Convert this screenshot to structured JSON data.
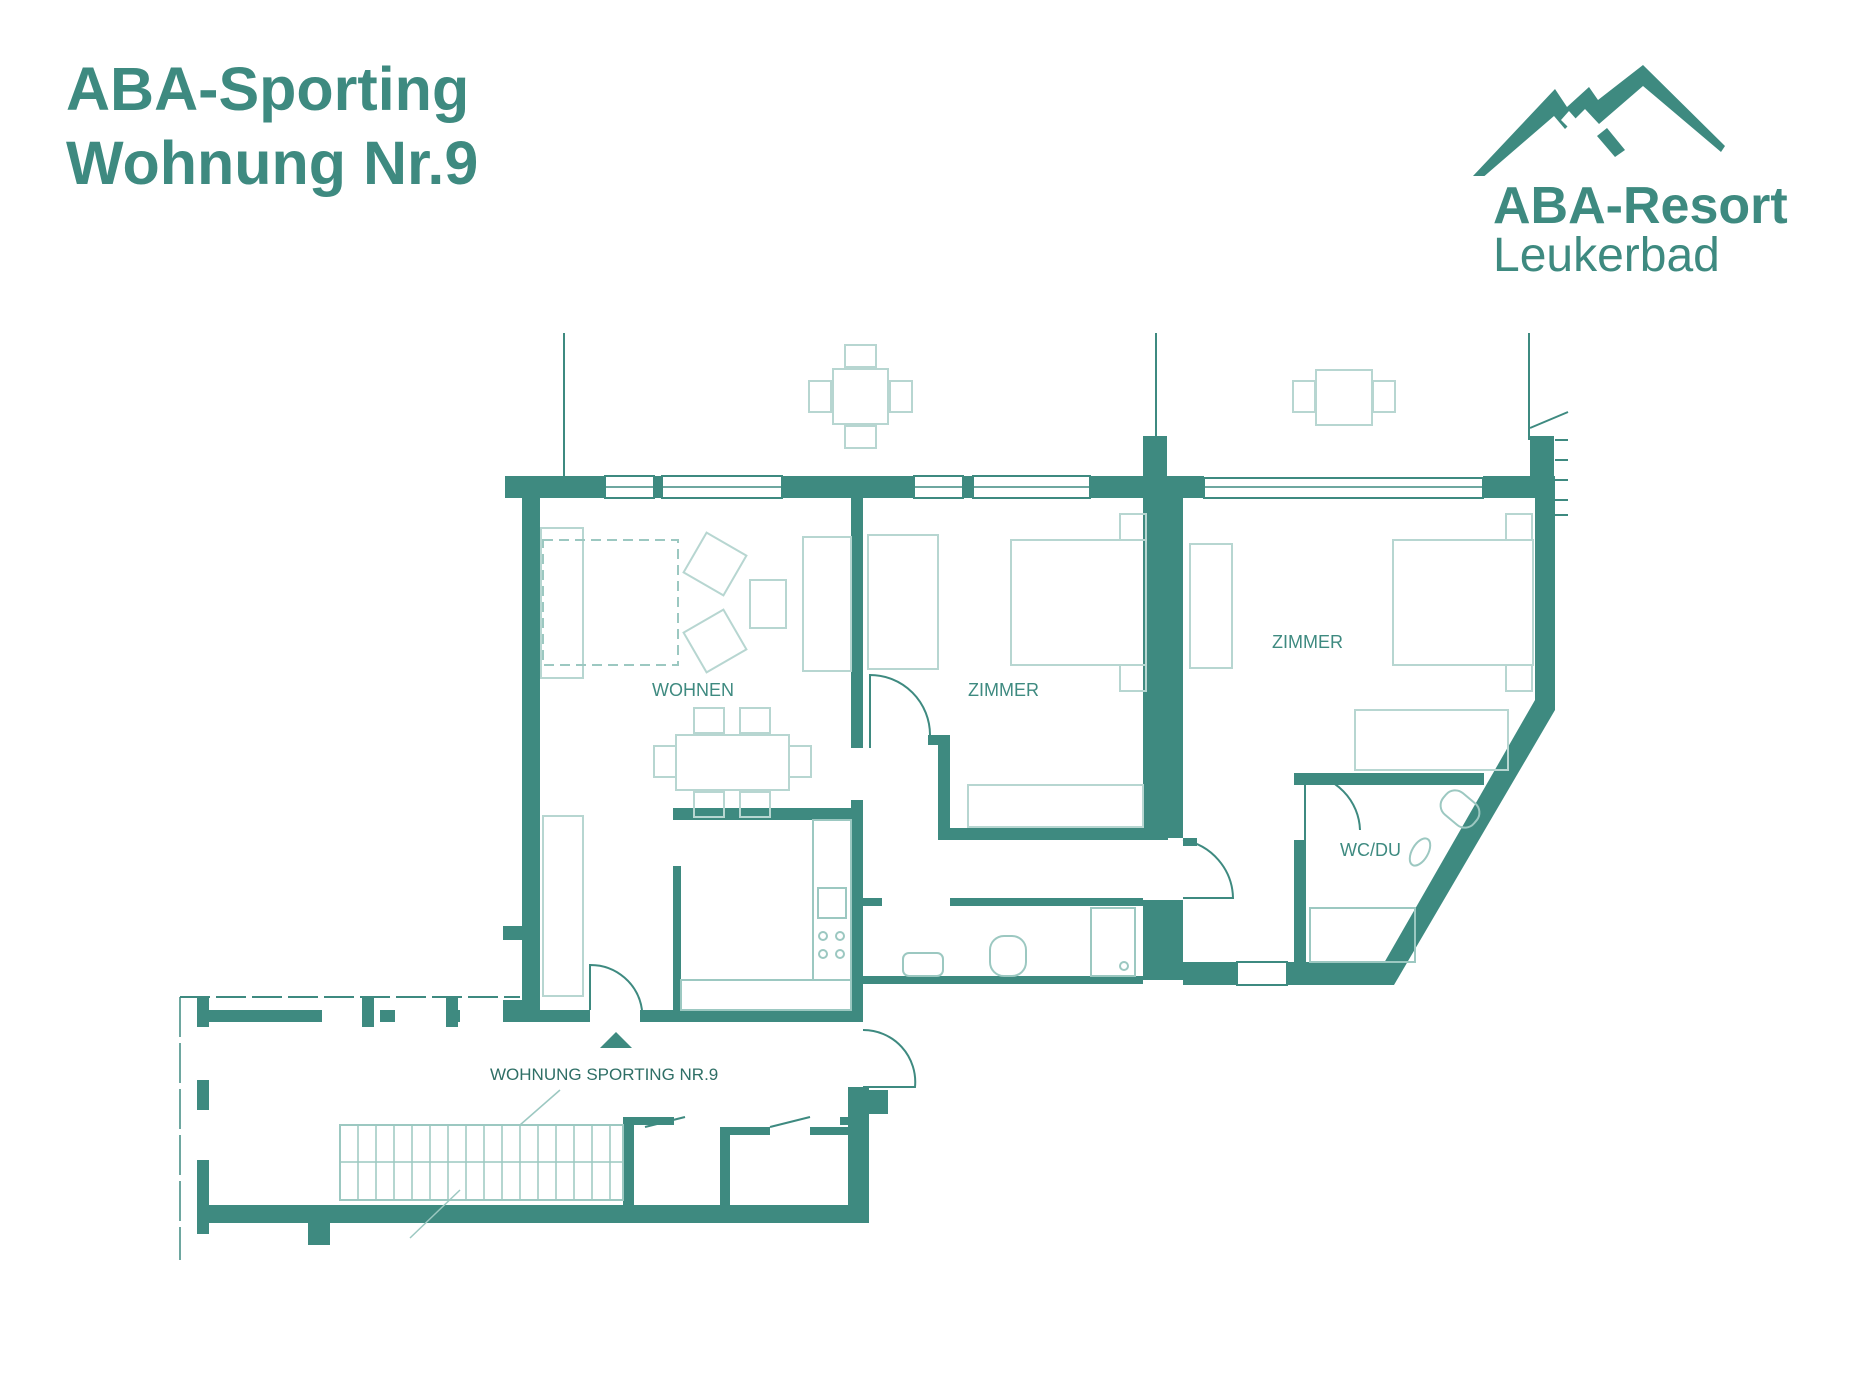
{
  "header": {
    "title_line1": "ABA-Sporting",
    "title_line2": "Wohnung Nr.9"
  },
  "logo": {
    "line1": "ABA-Resort",
    "line2": "Leukerbad",
    "icon": "mountains-icon"
  },
  "rooms": {
    "wohnen": "WOHNEN",
    "zimmer1": "ZIMMER",
    "zimmer2": "ZIMMER",
    "wcdu": "WC/DU"
  },
  "entry": {
    "label": "WOHNUNG SPORTING NR.9"
  },
  "colors": {
    "brand": "#3e8a80",
    "furniture": "#b7d6d1"
  }
}
